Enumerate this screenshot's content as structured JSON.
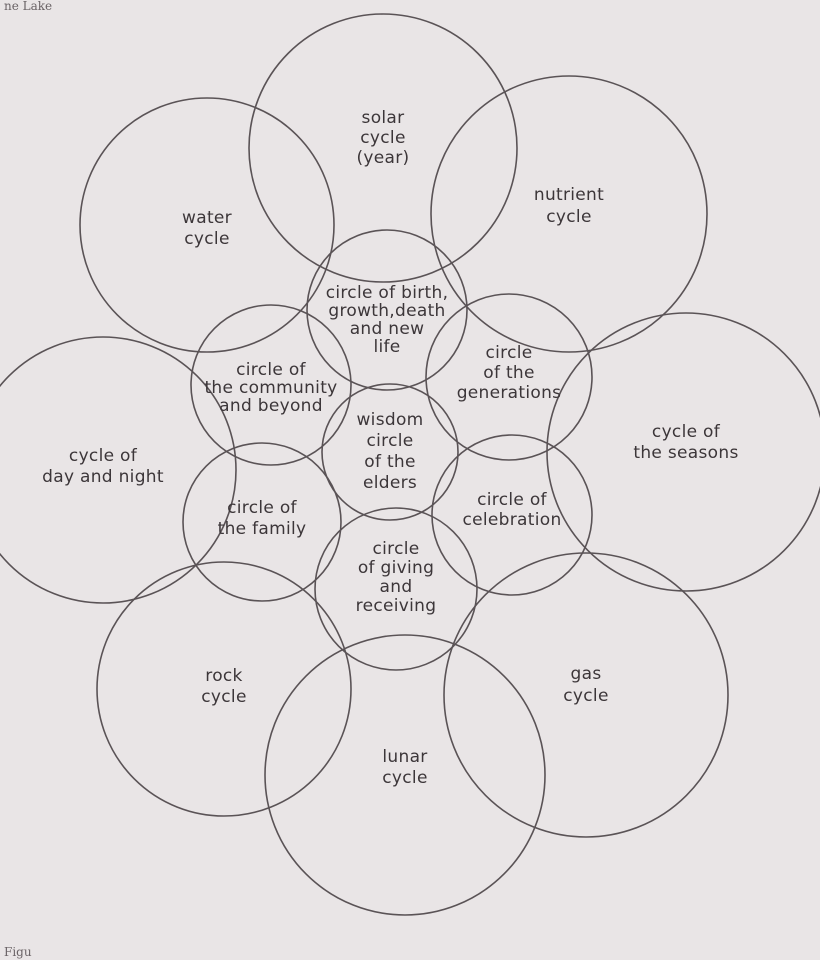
{
  "header_fragment": "ne Lake",
  "footer_fragment": "Figu",
  "outer_cycles": [
    {
      "id": "solar",
      "lines": [
        "solar",
        "cycle",
        "(year)"
      ]
    },
    {
      "id": "water",
      "lines": [
        "water",
        "cycle"
      ]
    },
    {
      "id": "nutrient",
      "lines": [
        "nutrient",
        "cycle"
      ]
    },
    {
      "id": "day-night",
      "lines": [
        "cycle of",
        "day and night"
      ]
    },
    {
      "id": "seasons",
      "lines": [
        "cycle of",
        "the seasons"
      ]
    },
    {
      "id": "rock",
      "lines": [
        "rock",
        "cycle"
      ]
    },
    {
      "id": "gas",
      "lines": [
        "gas",
        "cycle"
      ]
    },
    {
      "id": "lunar",
      "lines": [
        "lunar",
        "cycle"
      ]
    }
  ],
  "inner_circles": [
    {
      "id": "birth",
      "lines": [
        "circle of birth,",
        "growth,death",
        "and new",
        "life"
      ]
    },
    {
      "id": "community",
      "lines": [
        "circle of",
        "the community",
        "and beyond"
      ]
    },
    {
      "id": "generations",
      "lines": [
        "circle",
        "of the",
        "generations"
      ]
    },
    {
      "id": "wisdom",
      "lines": [
        "wisdom",
        "circle",
        "of the",
        "elders"
      ]
    },
    {
      "id": "family",
      "lines": [
        "circle of",
        "the family"
      ]
    },
    {
      "id": "celebration",
      "lines": [
        "circle of",
        "celebration"
      ]
    },
    {
      "id": "giving",
      "lines": [
        "circle",
        "of giving",
        "and",
        "receiving"
      ]
    }
  ],
  "colors": {
    "background": "#e9e5e6",
    "stroke": "#5a5356",
    "text": "#3c3639"
  }
}
